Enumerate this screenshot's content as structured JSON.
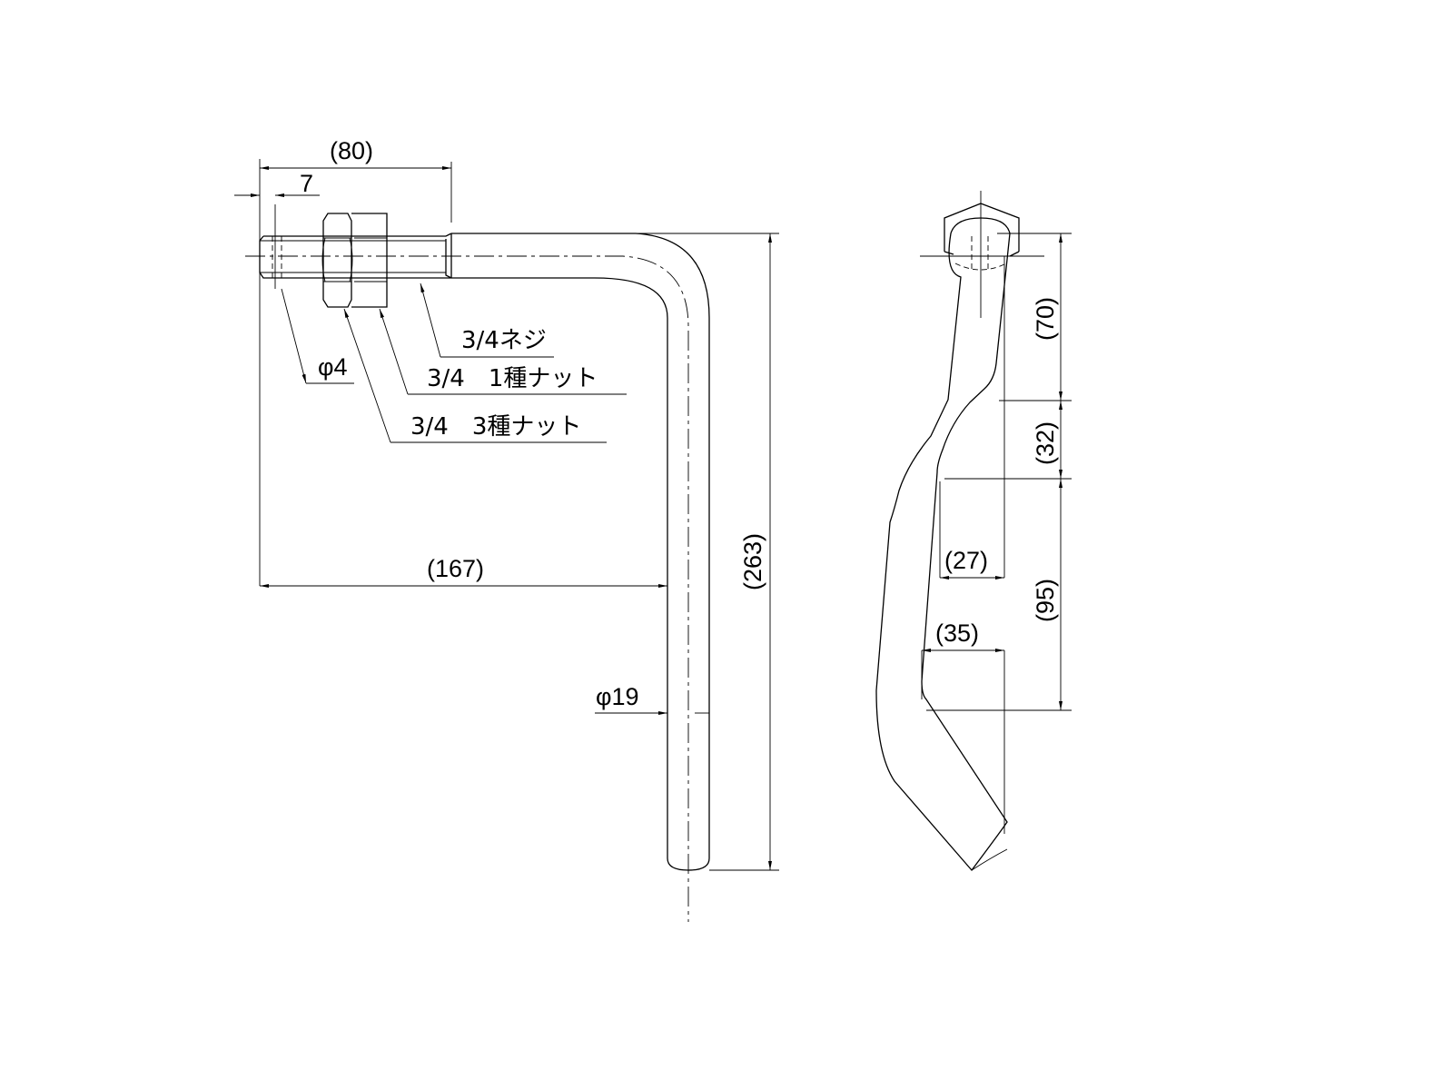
{
  "dimensions": {
    "overall_length_top": "(80)",
    "thread_offset": "7",
    "hole_diameter": "φ4",
    "horizontal_length": "(167)",
    "overall_height": "(263)",
    "pipe_diameter": "φ19",
    "side_upper": "(70)",
    "side_middle": "(32)",
    "side_lower": "(95)",
    "offset_27": "(27)",
    "offset_35": "(35)"
  },
  "callouts": {
    "thread": "3/4ネジ",
    "nut_type1": "3/4　1種ナット",
    "nut_type3": "3/4　3種ナット"
  }
}
